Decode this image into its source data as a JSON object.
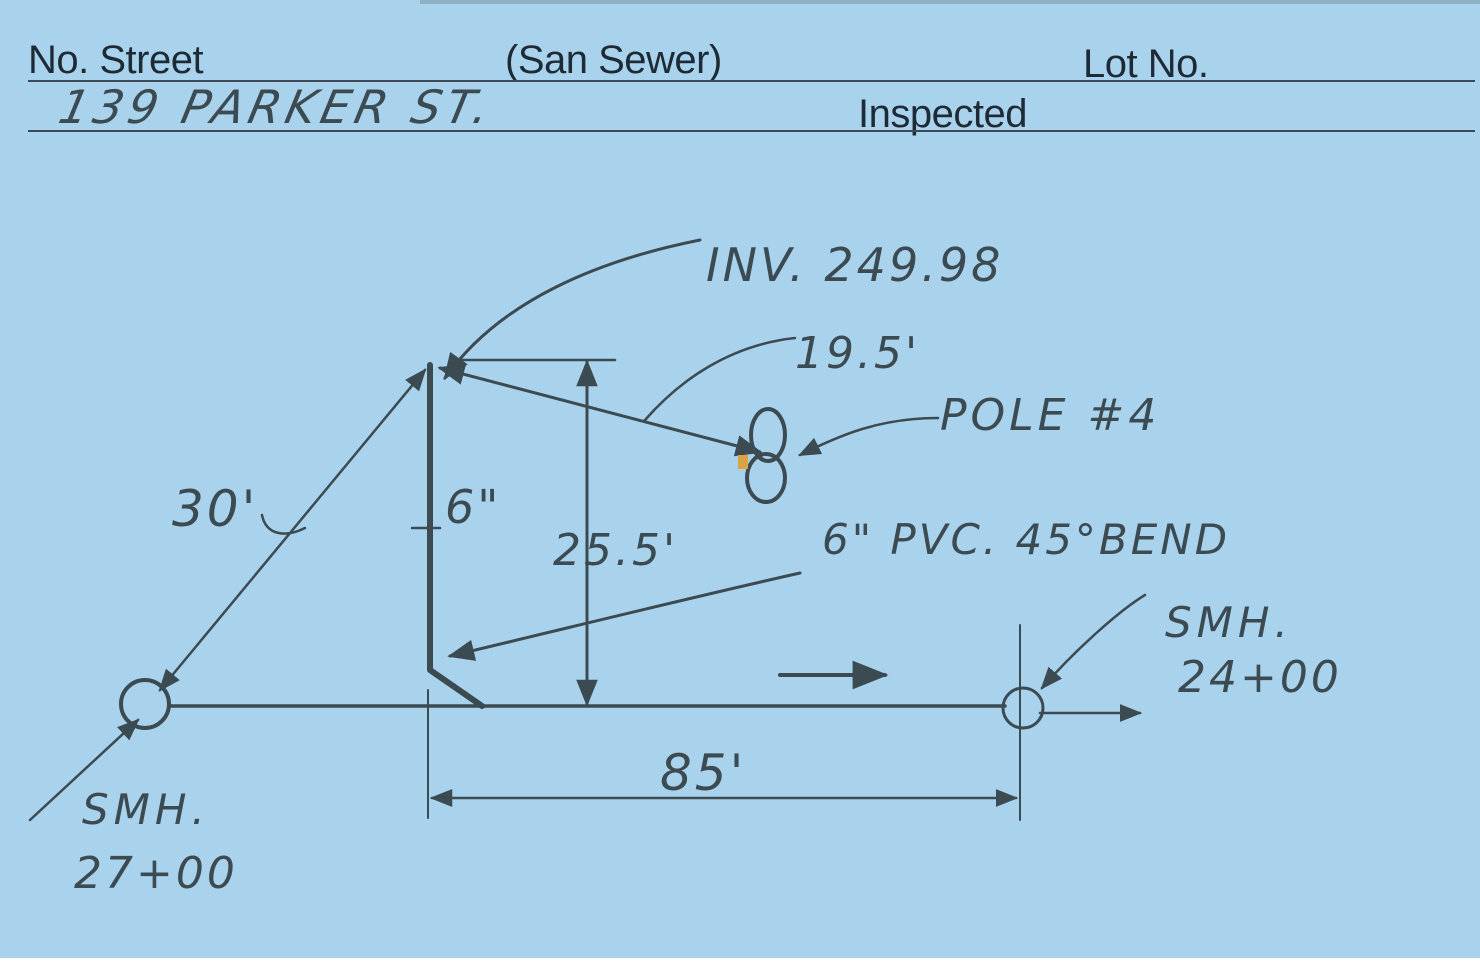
{
  "form": {
    "no_street_label": "No. Street",
    "san_sewer_label": "(San Sewer)",
    "lot_no_label": "Lot No.",
    "inspected_label": "Inspected",
    "address_value": "139 PARKER ST."
  },
  "sketch": {
    "invert_note": "INV. 249.98",
    "pole_distance": "19.5'",
    "pole_label": "POLE #4",
    "diagonal_distance": "30'",
    "pipe_size": "6\"",
    "vertical_distance": "25.5'",
    "bend_note": "6\" PVC. 45°BEND",
    "smh_right_label": "SMH.",
    "smh_right_station": "24+00",
    "smh_left_label": "SMH.",
    "smh_left_station": "27+00",
    "horizontal_distance": "85'"
  },
  "colors": {
    "card_background": "#a9d3ec",
    "ink": "#3c4a52",
    "printed_text": "#1e2b36"
  }
}
